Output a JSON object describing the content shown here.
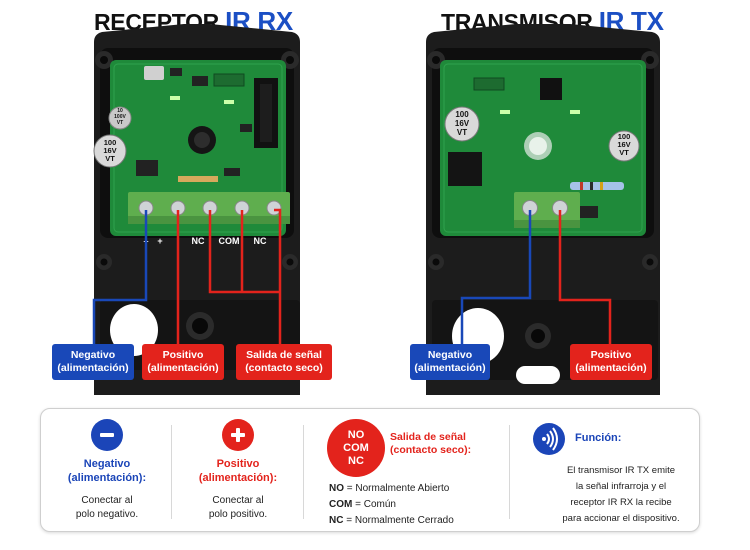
{
  "receiver": {
    "title_part1": "RECEPTOR",
    "title_part2": "IR RX",
    "capacitor_small": {
      "l1": "10",
      "l2": "100V",
      "l3": "VT"
    },
    "capacitor_big": {
      "l1": "100",
      "l2": "16V",
      "l3": "VT"
    },
    "terminal_labels": [
      "–",
      "+",
      "NC",
      "COM",
      "NC"
    ],
    "callouts": [
      {
        "line1": "Negativo",
        "line2": "(alimentación)",
        "color": "#1948b8"
      },
      {
        "line1": "Positivo",
        "line2": "(alimentación)",
        "color": "#e3231c"
      },
      {
        "line1": "Salida de señal",
        "line2": "(contacto seco)",
        "color": "#e3231c"
      }
    ]
  },
  "transmitter": {
    "title_part1": "TRANSMISOR",
    "title_part2": "IR TX",
    "capacitor_left": {
      "l1": "100",
      "l2": "16V",
      "l3": "VT"
    },
    "capacitor_right": {
      "l1": "100",
      "l2": "16V",
      "l3": "VT"
    },
    "callouts": [
      {
        "line1": "Negativo",
        "line2": "(alimentación)",
        "color": "#1948b8"
      },
      {
        "line1": "Positivo",
        "line2": "(alimentación)",
        "color": "#e3231c"
      }
    ]
  },
  "legend": {
    "negative": {
      "head1": "Negativo",
      "head2": "(alimentación):",
      "text1": "Conectar al",
      "text2": "polo negativo."
    },
    "positive": {
      "head1": "Positivo",
      "head2": "(alimentación):",
      "text1": "Conectar al",
      "text2": "polo positivo."
    },
    "signal": {
      "badge": [
        "NO",
        "COM",
        "NC"
      ],
      "head1": "Salida de señal",
      "head2": "(contacto seco):",
      "lines": [
        {
          "key": "NO",
          "desc": "= Normalmente Abierto"
        },
        {
          "key": "COM",
          "desc": "= Común"
        },
        {
          "key": "NC",
          "desc": "= Normalmente Cerrado"
        }
      ]
    },
    "function": {
      "head": "Función:",
      "lines": [
        "El transmisor IR TX emite",
        "la señal infrarroja y el",
        "receptor IR RX la recibe",
        "para accionar el dispositivo."
      ]
    }
  },
  "colors": {
    "blue": "#1b45b8",
    "red": "#e3231c",
    "pcb": "#1f8a3a",
    "terminal": "#5fae4e",
    "housing": "#1a1a1a"
  }
}
